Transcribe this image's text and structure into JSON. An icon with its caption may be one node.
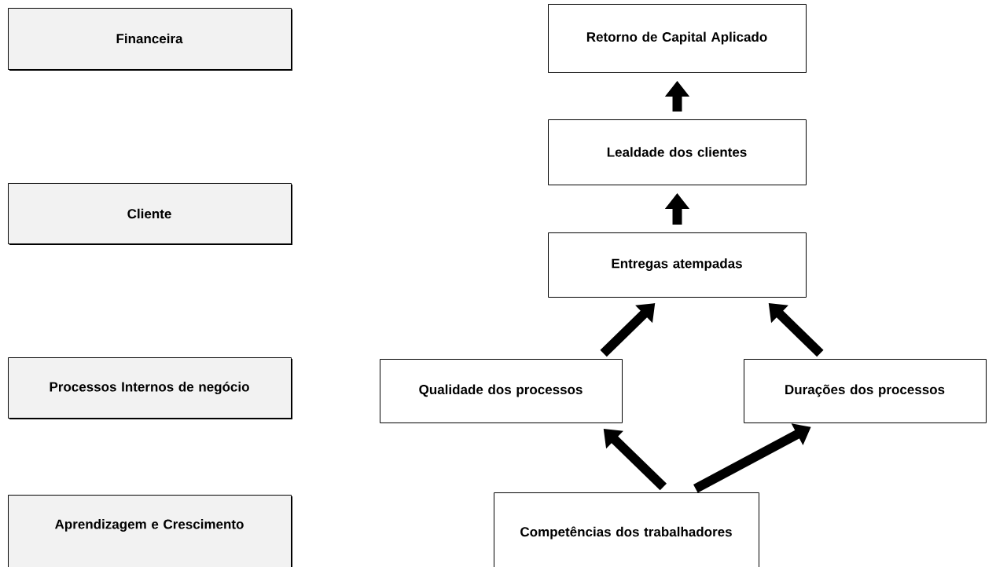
{
  "diagram": {
    "nodes": [
      {
        "text": [
          "Financeira"
        ]
      },
      {
        "text": [
          "Retorno de Capital Aplicado"
        ]
      },
      {
        "text": [
          "Lealdade dos clientes"
        ]
      },
      {
        "text": [
          "Cliente"
        ]
      },
      {
        "text": [
          "Entregas atempadas"
        ]
      },
      {
        "text": [
          "Processos Internos de negócio"
        ]
      },
      {
        "text": [
          "Qualidade dos processos"
        ]
      },
      {
        "text": [
          "Durações dos processos"
        ]
      },
      {
        "text": [
          "Aprendizagem e Crescimento"
        ]
      },
      {
        "text": [
          "Competências dos trabalhadores"
        ]
      }
    ],
    "edges": [
      {
        "from": 2,
        "to": 1,
        "arrow": "to"
      },
      {
        "from": 4,
        "to": 2,
        "arrow": "to"
      },
      {
        "from": 6,
        "to": 4,
        "arrow": "to"
      },
      {
        "from": 7,
        "to": 4,
        "arrow": "to"
      },
      {
        "from": 9,
        "to": 6,
        "arrow": "to"
      },
      {
        "from": 9,
        "to": 7,
        "arrow": "to"
      }
    ]
  }
}
